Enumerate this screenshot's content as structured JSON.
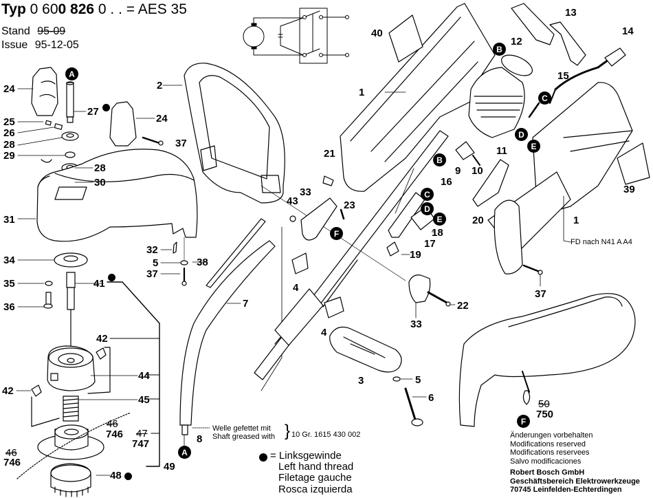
{
  "header": {
    "typ_prefix": "Typ",
    "typ_number_a": "0 60",
    "typ_number_b": "0 826",
    "typ_number_c": " 0 . . = AES 35",
    "stand_label": "Stand",
    "stand_value": "95-09",
    "issue_label": "Issue",
    "issue_value": "95-12-05"
  },
  "parts": {
    "p1a": "1",
    "p1b": "1",
    "p2": "2",
    "p3": "3",
    "p4a": "4",
    "p4b": "4",
    "p5a": "5",
    "p5b": "5",
    "p6": "6",
    "p7": "7",
    "p8": "8",
    "p9": "9",
    "p10": "10",
    "p11": "11",
    "p12": "12",
    "p13": "13",
    "p14": "14",
    "p15": "15",
    "p16": "16",
    "p17": "17",
    "p18": "18",
    "p19": "19",
    "p20": "20",
    "p21": "21",
    "p22": "22",
    "p23": "23",
    "p24a": "24",
    "p24b": "24",
    "p25": "25",
    "p26": "26",
    "p27": "27",
    "p28a": "28",
    "p28b": "28",
    "p29": "29",
    "p30": "30",
    "p31": "31",
    "p32": "32",
    "p33a": "33",
    "p33b": "33",
    "p34": "34",
    "p35": "35",
    "p36": "36",
    "p37a": "37",
    "p37b": "37",
    "p37c": "37",
    "p38": "38",
    "p39": "39",
    "p40": "40",
    "p41": "41",
    "p42a": "42",
    "p42b": "42",
    "p43": "43",
    "p44": "44",
    "p45": "45",
    "p46a_old": "46",
    "p46a_new": "746",
    "p46b_old": "46",
    "p46b_new": "746",
    "p47_old": "47",
    "p47_new": "747",
    "p48": "48",
    "p49": "49",
    "p50_old": "50",
    "p50_new": "750"
  },
  "connectors": {
    "A": "A",
    "B": "B",
    "C": "C",
    "D": "D",
    "E": "E",
    "F": "F"
  },
  "notes": {
    "fd_note": "FD nach N41 A A4",
    "grease_de": "Welle gefettet mit",
    "grease_en": "Shaft greased with",
    "grease_part": "10 Gr. 1615 430 002",
    "legend_symbol": "= Linksgewinde",
    "legend_en": "Left hand thread",
    "legend_fr": "Filetage gauche",
    "legend_es": "Rosca izquierda"
  },
  "footer": {
    "mod_de": "Änderungen vorbehalten",
    "mod_en": "Modifications reserved",
    "mod_fr": "Modifications reservees",
    "mod_es": "Salvo modificaciones",
    "company": "Robert Bosch GmbH",
    "division": "Geschäftsbereich Elektrowerkzeuge",
    "address": "70745 Leinfelden-Echterdingen"
  }
}
